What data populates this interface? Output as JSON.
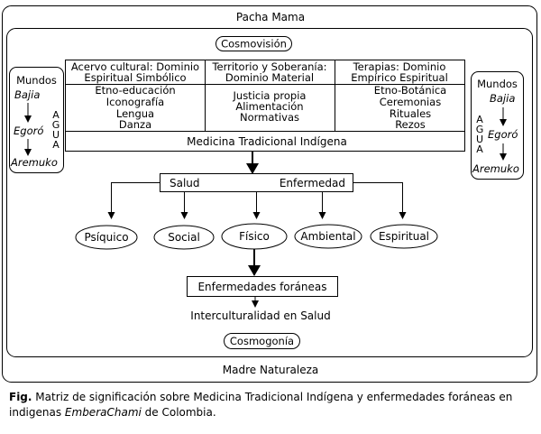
{
  "outer": {
    "top_label": "Pacha Mama",
    "bottom_label": "Madre Naturaleza"
  },
  "cosmovision": "Cosmovisión",
  "cosmogonia": "Cosmogonía",
  "left_worlds": {
    "title": "Mundos",
    "levels": [
      "Bajia",
      "Egoró",
      "Aremuko"
    ],
    "water": [
      "A",
      "G",
      "U",
      "A"
    ]
  },
  "right_worlds": {
    "title": "Mundos",
    "levels": [
      "Bajia",
      "Egoró",
      "Aremuko"
    ],
    "water": [
      "A",
      "G",
      "U",
      "A"
    ]
  },
  "matrix": {
    "columns": [
      {
        "header": [
          "Acervo cultural: Dominio",
          "Espiritual Simbólico"
        ],
        "items": [
          "Etno-educación",
          "Iconografía",
          "Lengua",
          "Danza"
        ]
      },
      {
        "header": [
          "Territorio y Soberanía:",
          "Dominio Material"
        ],
        "items": [
          "Justicia propia",
          "Alimentación",
          "Normativas"
        ]
      },
      {
        "header": [
          "Terapias: Dominio",
          "Empírico Espiritual"
        ],
        "items": [
          "Etno-Botánica",
          "Ceremonias",
          "Rituales",
          "Rezos"
        ]
      }
    ],
    "footer": "Medicina Tradicional Indígena"
  },
  "health_bar": {
    "left": "Salud",
    "right": "Enfermedad"
  },
  "dimensions": [
    "Psíquico",
    "Social",
    "Físico",
    "Ambiental",
    "Espiritual"
  ],
  "foreign_diseases": "Enfermedades foráneas",
  "interculturality": "Interculturalidad en Salud",
  "caption": {
    "label": "Fig.",
    "text_before": " Matriz de significación sobre Medicina Tradicional Indígena y enfermedades foráneas en indigenas ",
    "italic": "EmberaChami",
    "text_after": " de Colombia."
  }
}
